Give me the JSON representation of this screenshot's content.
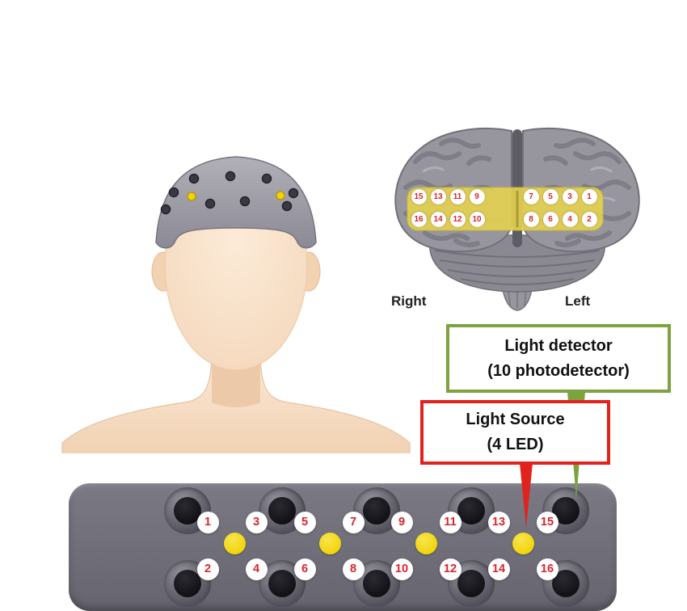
{
  "colors": {
    "background": "#ffffff",
    "band_gray": "#66656f",
    "socket_gray": "#53525c",
    "detector_black": "#121116",
    "led_yellow": "#f0d409",
    "channel_red": "#d8262c",
    "detector_green": "#7da33f",
    "source_red": "#e0231e",
    "cap_gray": "#9b9aa3",
    "skin": "#f7ddc2",
    "brain_gray": "#97969e",
    "brain_band_yellow": "#e7d44e"
  },
  "brain": {
    "right_label": "Right",
    "left_label": "Left",
    "channels_top": [
      "15",
      "13",
      "11",
      "9",
      "7",
      "5",
      "3",
      "1"
    ],
    "channels_bottom": [
      "16",
      "14",
      "12",
      "10",
      "8",
      "6",
      "4",
      "2"
    ]
  },
  "callouts": {
    "detector": {
      "line1": "Light detector",
      "line2": "(10 photodetector)"
    },
    "source": {
      "line1": "Light Source",
      "line2": "(4 LED)"
    }
  },
  "band": {
    "channels_top": [
      "1",
      "3",
      "5",
      "7",
      "9",
      "11",
      "13",
      "15"
    ],
    "channels_bottom": [
      "2",
      "4",
      "6",
      "8",
      "10",
      "12",
      "14",
      "16"
    ]
  }
}
